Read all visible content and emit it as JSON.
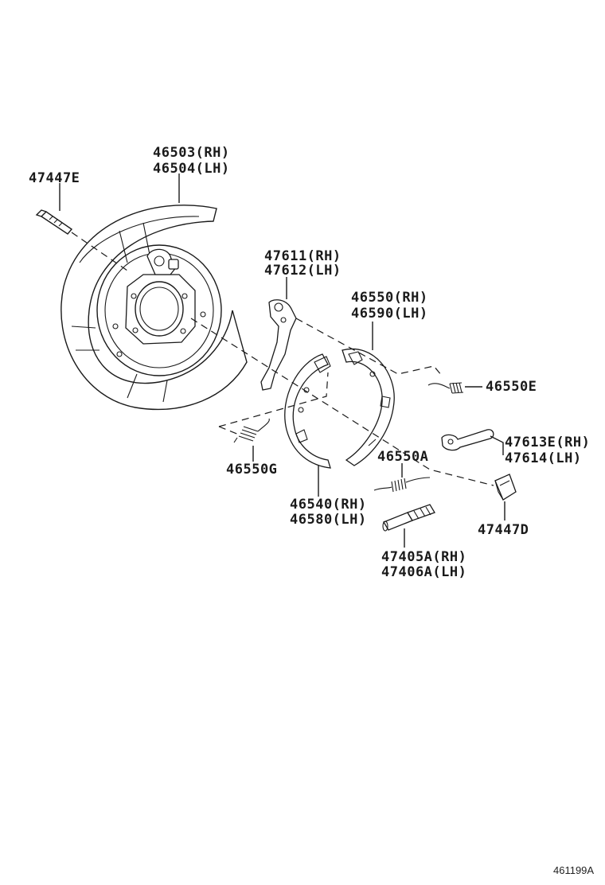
{
  "labels": {
    "p47447e": "47447E",
    "p46503": "46503(RH)",
    "p46504": "46504(LH)",
    "p47611": "47611(RH)",
    "p47612": "47612(LH)",
    "p46550": "46550(RH)",
    "p46590": "46590(LH)",
    "p46550e": "46550E",
    "p47613e": "47613E(RH)",
    "p47614": "47614(LH)",
    "p46550g": "46550G",
    "p46550a": "46550A",
    "p46540": "46540(RH)",
    "p46580": "46580(LH)",
    "p47447d": "47447D",
    "p47405a": "47405A(RH)",
    "p47406a": "47406A(LH)"
  },
  "figure_ref": "461199A"
}
